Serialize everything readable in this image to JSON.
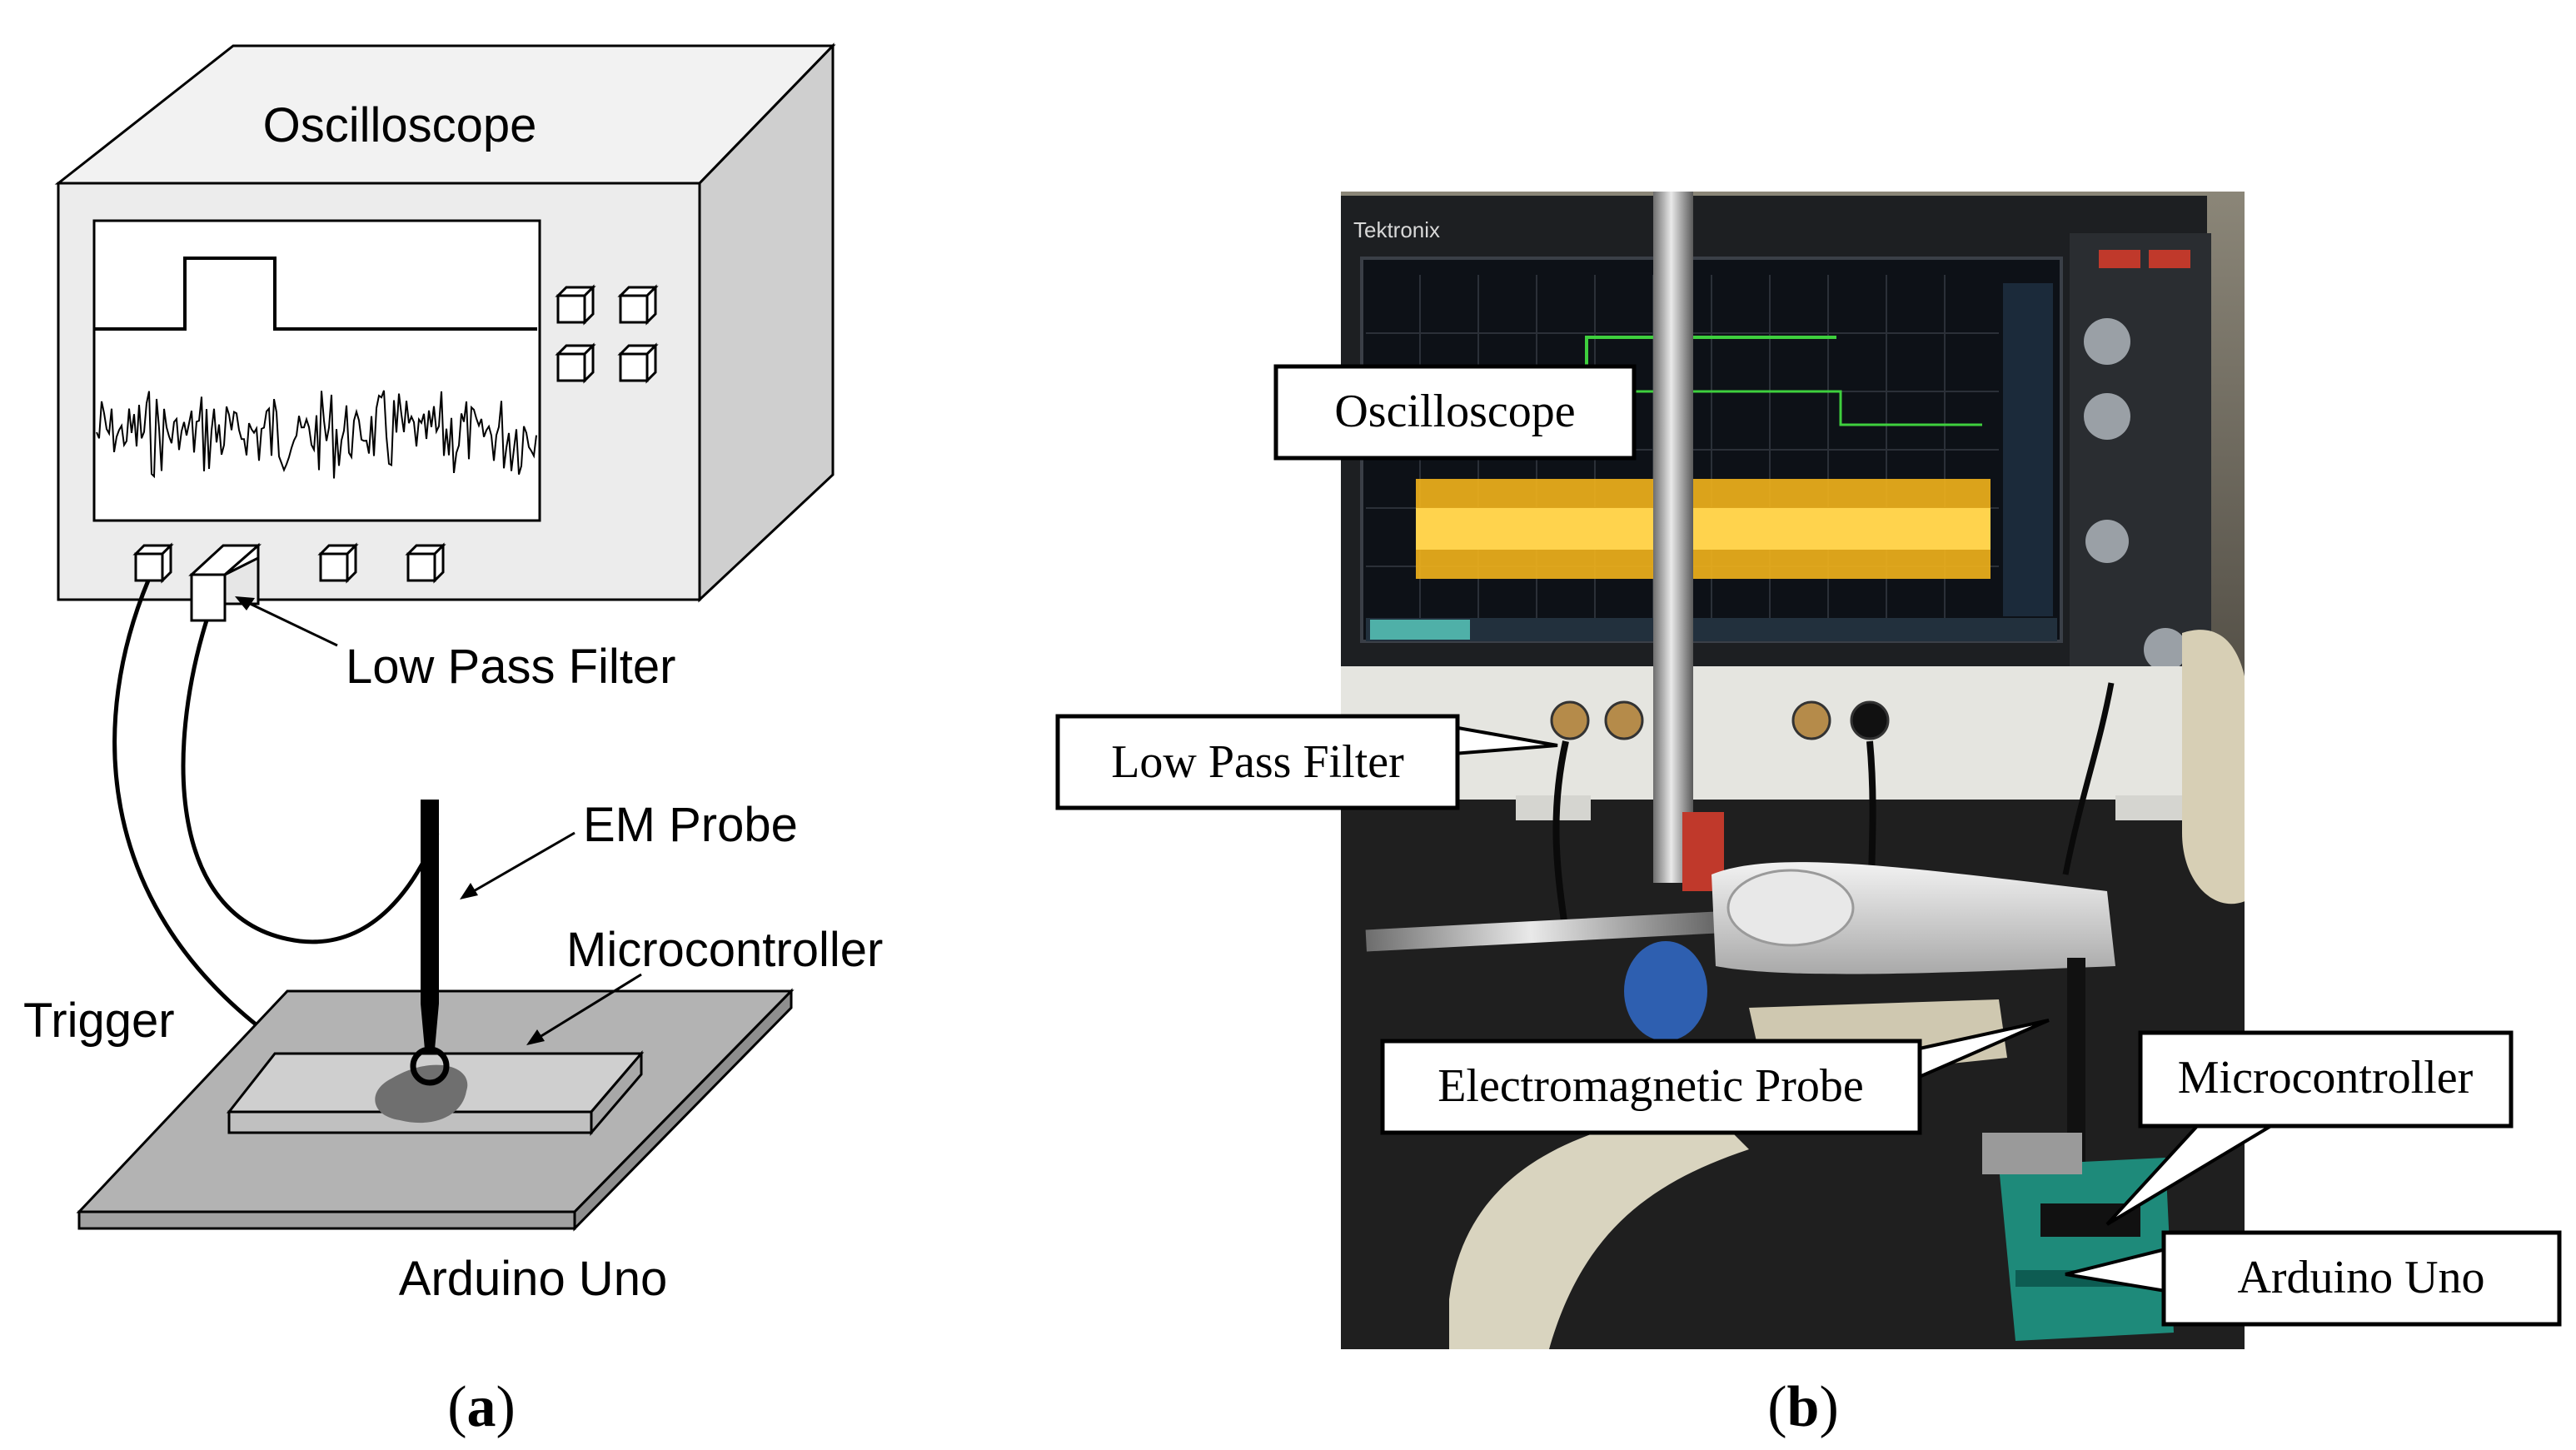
{
  "panel_a": {
    "oscilloscope": "Oscilloscope",
    "low_pass_filter": "Low Pass Filter",
    "em_probe": "EM Probe",
    "microcontroller": "Microcontroller",
    "trigger": "Trigger",
    "arduino_uno": "Arduino Uno",
    "sublabel": "a"
  },
  "panel_b": {
    "brand": "Tektronix",
    "oscilloscope": "Oscilloscope",
    "low_pass_filter": "Low Pass Filter",
    "electromagnetic_probe": "Electromagnetic Probe",
    "microcontroller": "Microcontroller",
    "arduino_uno": "Arduino Uno",
    "sublabel": "b"
  },
  "colors": {
    "box_face": "#ececec",
    "box_side": "#cfcfcf",
    "board": "#b3b3b3",
    "trace_yellow": "#f2b41c",
    "trace_green": "#3ecf3e",
    "screen": "#101418",
    "pcb": "#1e8a7a"
  }
}
